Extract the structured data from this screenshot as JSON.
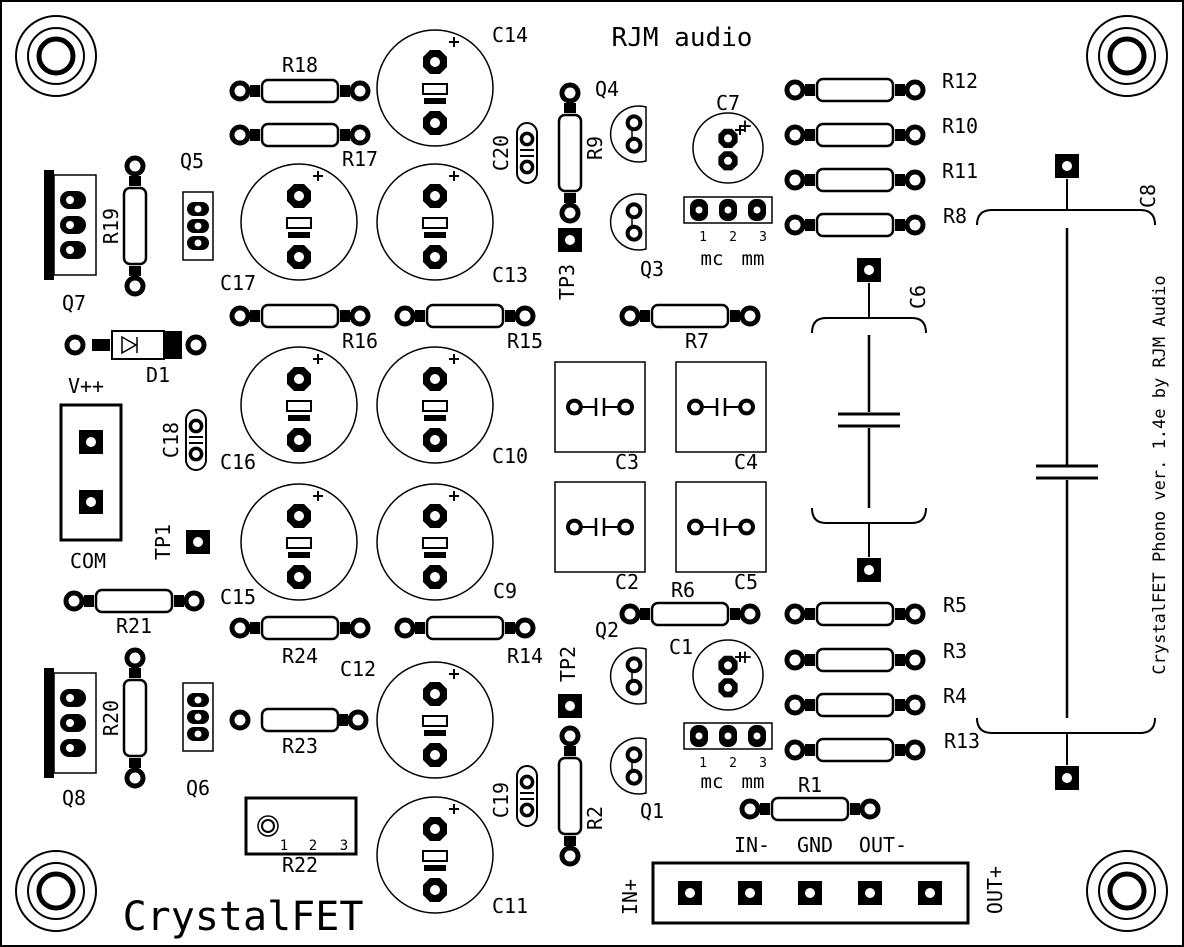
{
  "board": {
    "brand": "RJM audio",
    "product": "CrystalFET",
    "version_note": "CrystalFET Phono ver. 1.4e by RJM Audio"
  },
  "labels": {
    "Q7": "Q7",
    "Q8": "Q8",
    "Q5": "Q5",
    "Q6": "Q6",
    "Q4": "Q4",
    "Q3": "Q3",
    "Q2": "Q2",
    "Q1": "Q1",
    "R19": "R19",
    "R20": "R20",
    "R18": "R18",
    "R17": "R17",
    "R16": "R16",
    "R15": "R15",
    "R7": "R7",
    "R9": "R9",
    "R12": "R12",
    "R10": "R10",
    "R11": "R11",
    "R8": "R8",
    "R21": "R21",
    "R24": "R24",
    "R14": "R14",
    "R23": "R23",
    "R22": "R22",
    "R6": "R6",
    "R5": "R5",
    "R3": "R3",
    "R4": "R4",
    "R13": "R13",
    "R1": "R1",
    "R2": "R2",
    "C14": "C14",
    "C13": "C13",
    "C17": "C17",
    "C16": "C16",
    "C10": "C10",
    "C15": "C15",
    "C9": "C9",
    "C12": "C12",
    "C11": "C11",
    "C20": "C20",
    "C19": "C19",
    "C18": "C18",
    "C7": "C7",
    "C1": "C1",
    "C3": "C3",
    "C4": "C4",
    "C2": "C2",
    "C5": "C5",
    "C6": "C6",
    "C8": "C8",
    "D1": "D1",
    "TP1": "TP1",
    "TP2": "TP2",
    "TP3": "TP3",
    "Vpp": "V++",
    "COM": "COM",
    "IN_plus": "IN+",
    "IN_minus": "IN-",
    "GND": "GND",
    "OUT_minus": "OUT-",
    "OUT_plus": "OUT+",
    "mc": "mc",
    "mm": "mm",
    "j1": "1",
    "j2": "2",
    "j3": "3",
    "plus": "+"
  }
}
